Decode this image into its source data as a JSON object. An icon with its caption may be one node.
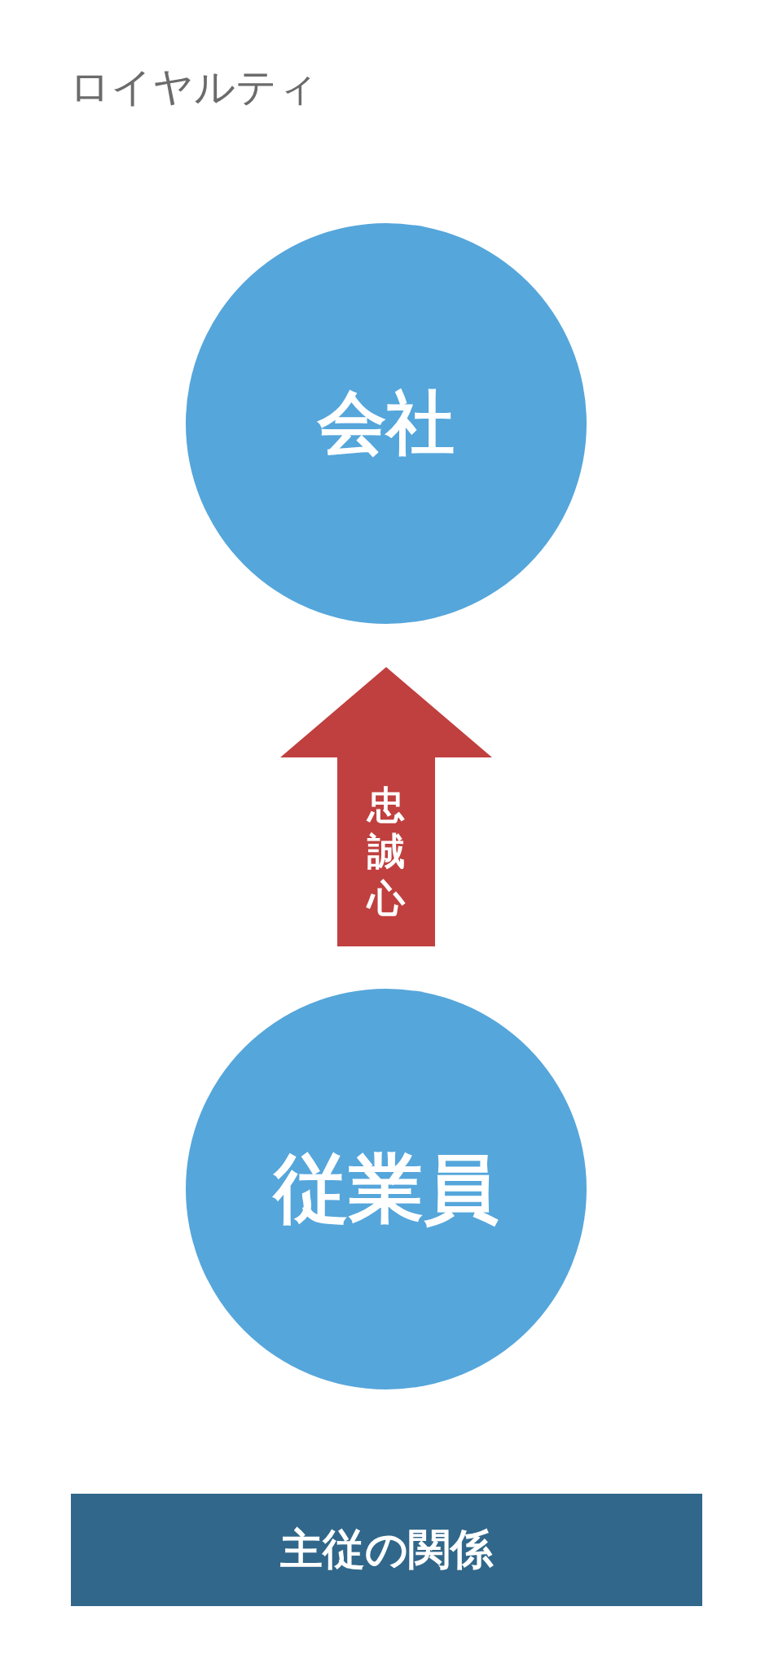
{
  "diagram": {
    "title": "ロイヤルティ",
    "nodes": [
      {
        "text": [
          "会社"
        ]
      },
      {
        "text": [
          "従業員"
        ]
      },
      {
        "text": [
          "主従の関係"
        ]
      }
    ],
    "edges": [
      {
        "from": 1,
        "to": 0,
        "arrow": "to",
        "label": "忠誠心",
        "color": "#c0403f"
      }
    ]
  }
}
